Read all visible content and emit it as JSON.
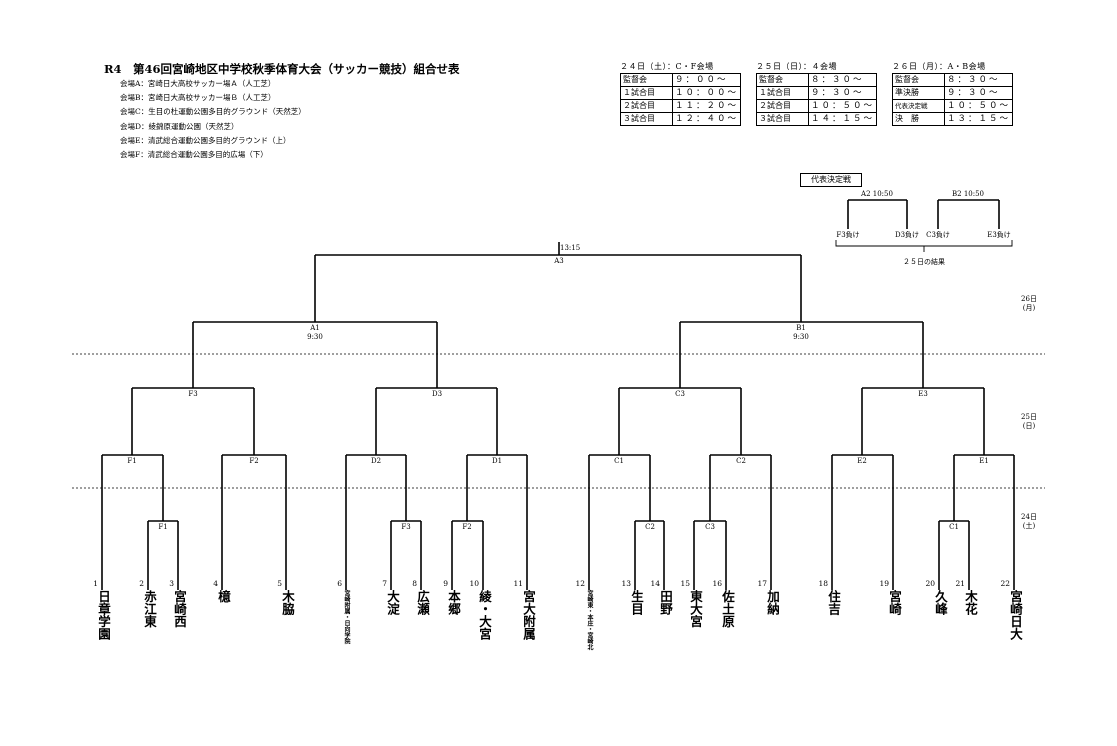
{
  "header": {
    "title": "R4　第46回宮崎地区中学校秋季体育大会（サッカー競技）組合せ表",
    "venues": [
      "会場A：宮崎日大高校サッカー場Ａ（人工芝）",
      "会場B：宮崎日大高校サッカー場Ｂ（人工芝）",
      "会場C：生目の杜運動公園多目的グラウンド（天然芝）",
      "会場D：綾錦原運動公園（天然芝）",
      "会場E：清武総合運動公園多目的グラウンド（上）",
      "会場F：清武総合運動公園多目的広場（下）"
    ]
  },
  "schedule": [
    {
      "heading": "２４日（土）：C・F会場",
      "rows": [
        {
          "label": "監督会",
          "time": "９：００～"
        },
        {
          "label": "１試合目",
          "time": "１０：００～"
        },
        {
          "label": "２試合目",
          "time": "１１：２０～"
        },
        {
          "label": "３試合目",
          "time": "１２：４０～"
        }
      ]
    },
    {
      "heading": "２５日（日）：４会場",
      "rows": [
        {
          "label": "監督会",
          "time": "８：３０～"
        },
        {
          "label": "１試合目",
          "time": "９：３０～"
        },
        {
          "label": "２試合目",
          "time": "１０：５０～"
        },
        {
          "label": "３試合目",
          "time": "１４：１５～"
        }
      ]
    },
    {
      "heading": "２６日（月）：A・B会場",
      "rows": [
        {
          "label": "監督会",
          "time": "８：３０～"
        },
        {
          "label": "準決勝",
          "time": "９：３０～"
        },
        {
          "label": "代表決定戦",
          "time": "１０：５０～"
        },
        {
          "label": "決　勝",
          "time": "１３：１５～"
        }
      ]
    }
  ],
  "special": {
    "title": "代表決定戦",
    "match_a": "A2 10:50",
    "match_b": "B2 10:50",
    "slots": [
      "F3負け",
      "D3負け",
      "C3負け",
      "E3負け"
    ],
    "note": "２５日の結果"
  },
  "final": {
    "code": "A3",
    "time": "13:15"
  },
  "semis": [
    {
      "code": "A1",
      "time": "9:30"
    },
    {
      "code": "B1",
      "time": "9:30"
    }
  ],
  "round3": [
    "F3",
    "D3",
    "C3",
    "E3"
  ],
  "round2": [
    "F1",
    "F2",
    "D2",
    "D1",
    "C1",
    "C2",
    "E2",
    "E1"
  ],
  "round1": [
    "F1",
    "F3",
    "F2",
    "C2",
    "C3",
    "C1"
  ],
  "days": [
    {
      "name": "26日\n(月)"
    },
    {
      "name": "25日\n(日)"
    },
    {
      "name": "24日\n(土)"
    }
  ],
  "teams": [
    {
      "num": "1",
      "name": "日章学園"
    },
    {
      "num": "2",
      "name": "赤江東"
    },
    {
      "num": "3",
      "name": "宮崎西"
    },
    {
      "num": "4",
      "name": "檍"
    },
    {
      "num": "5",
      "name": "木脇"
    },
    {
      "num": "6",
      "name": "宮崎附属・日向学院"
    },
    {
      "num": "7",
      "name": "大淀"
    },
    {
      "num": "8",
      "name": "広瀬"
    },
    {
      "num": "9",
      "name": "本郷"
    },
    {
      "num": "10",
      "name": "綾・大宮"
    },
    {
      "num": "11",
      "name": "宮大附属"
    },
    {
      "num": "12",
      "name": "宮崎東・本庄・宮崎北"
    },
    {
      "num": "13",
      "name": "生目"
    },
    {
      "num": "14",
      "name": "田野"
    },
    {
      "num": "15",
      "name": "東大宮"
    },
    {
      "num": "16",
      "name": "佐土原"
    },
    {
      "num": "17",
      "name": "加納"
    },
    {
      "num": "18",
      "name": "住吉"
    },
    {
      "num": "19",
      "name": "宮崎"
    },
    {
      "num": "20",
      "name": "久峰"
    },
    {
      "num": "21",
      "name": "木花"
    },
    {
      "num": "22",
      "name": "宮崎日大"
    }
  ]
}
